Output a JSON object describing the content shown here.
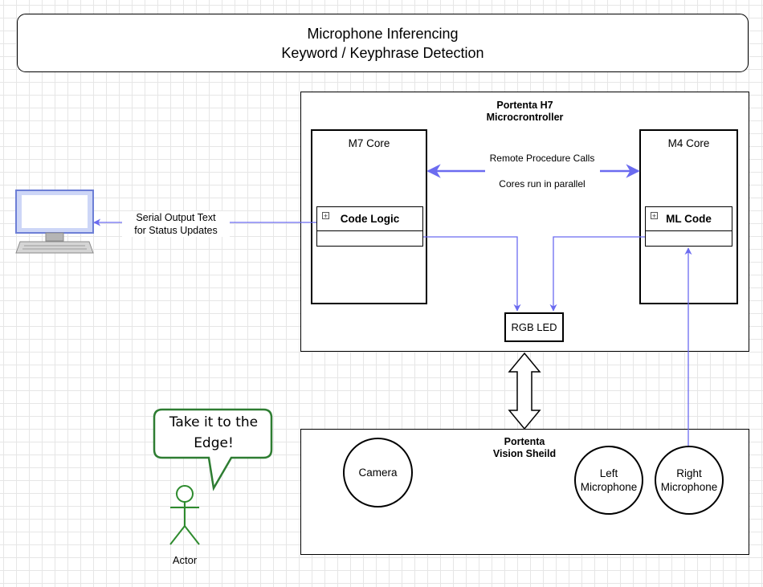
{
  "title": {
    "line1": "Microphone Inferencing",
    "line2": "Keyword / Keyphrase Detection"
  },
  "microcontroller": {
    "label_line1": "Portenta H7",
    "label_line2": "Microcrontroller",
    "m7_core": {
      "label": "M7 Core",
      "class_name": "Code Logic"
    },
    "m4_core": {
      "label": "M4 Core",
      "class_name": "ML Code"
    },
    "rpc_label": "Remote Procedure Calls",
    "parallel_label": "Cores run in parallel",
    "rgb_led": "RGB LED"
  },
  "vision_shield": {
    "label_line1": "Portenta",
    "label_line2": "Vision Sheild",
    "camera": "Camera",
    "left_mic_line1": "Left",
    "left_mic_line2": "Microphone",
    "right_mic_line1": "Right",
    "right_mic_line2": "Microphone"
  },
  "serial": {
    "line1": "Serial Output Text",
    "line2": "for Status Updates"
  },
  "speech": {
    "line1": "Take it to the",
    "line2": "Edge!"
  },
  "actor": {
    "label": "Actor"
  },
  "icons": [
    "computer-monitor-icon",
    "actor-stick-figure-icon",
    "expand-plus-icon"
  ],
  "colors": {
    "arrow": "#6b6bf0",
    "speech_border": "#2e7d32",
    "actor": "#2e8b2e",
    "monitor": "#6d7fd6"
  }
}
